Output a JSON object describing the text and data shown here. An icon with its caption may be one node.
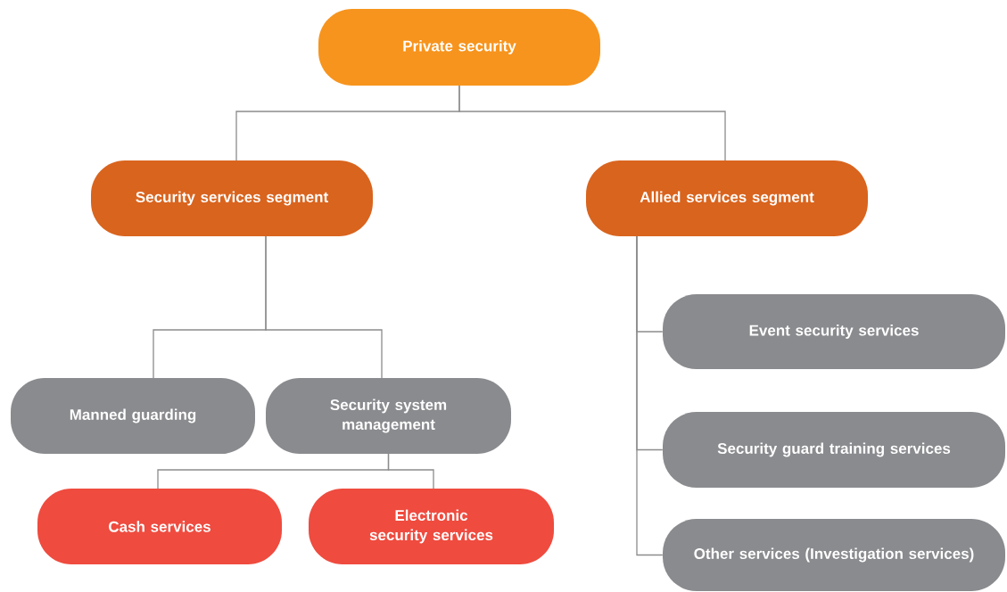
{
  "diagram": {
    "nodes": [
      {
        "text": [
          "Private security"
        ]
      },
      {
        "text": [
          "Security services segment"
        ]
      },
      {
        "text": [
          "Allied services segment"
        ]
      },
      {
        "text": [
          "Manned guarding"
        ]
      },
      {
        "text": [
          "Security system management"
        ]
      },
      {
        "text": [
          "Cash services"
        ]
      },
      {
        "text": [
          "Electronic security services"
        ]
      },
      {
        "text": [
          "Event security services"
        ]
      },
      {
        "text": [
          "Security guard training services"
        ]
      },
      {
        "text": [
          "Other services (Investigation services)"
        ]
      }
    ],
    "edges": [
      {
        "from": 0,
        "to": 1,
        "arrow": "none"
      },
      {
        "from": 0,
        "to": 2,
        "arrow": "none"
      },
      {
        "from": 1,
        "to": 3,
        "arrow": "none"
      },
      {
        "from": 1,
        "to": 4,
        "arrow": "none"
      },
      {
        "from": 4,
        "to": 5,
        "arrow": "none"
      },
      {
        "from": 4,
        "to": 6,
        "arrow": "none"
      },
      {
        "from": 2,
        "to": 7,
        "arrow": "none"
      },
      {
        "from": 2,
        "to": 8,
        "arrow": "none"
      },
      {
        "from": 2,
        "to": 9,
        "arrow": "none"
      }
    ]
  }
}
